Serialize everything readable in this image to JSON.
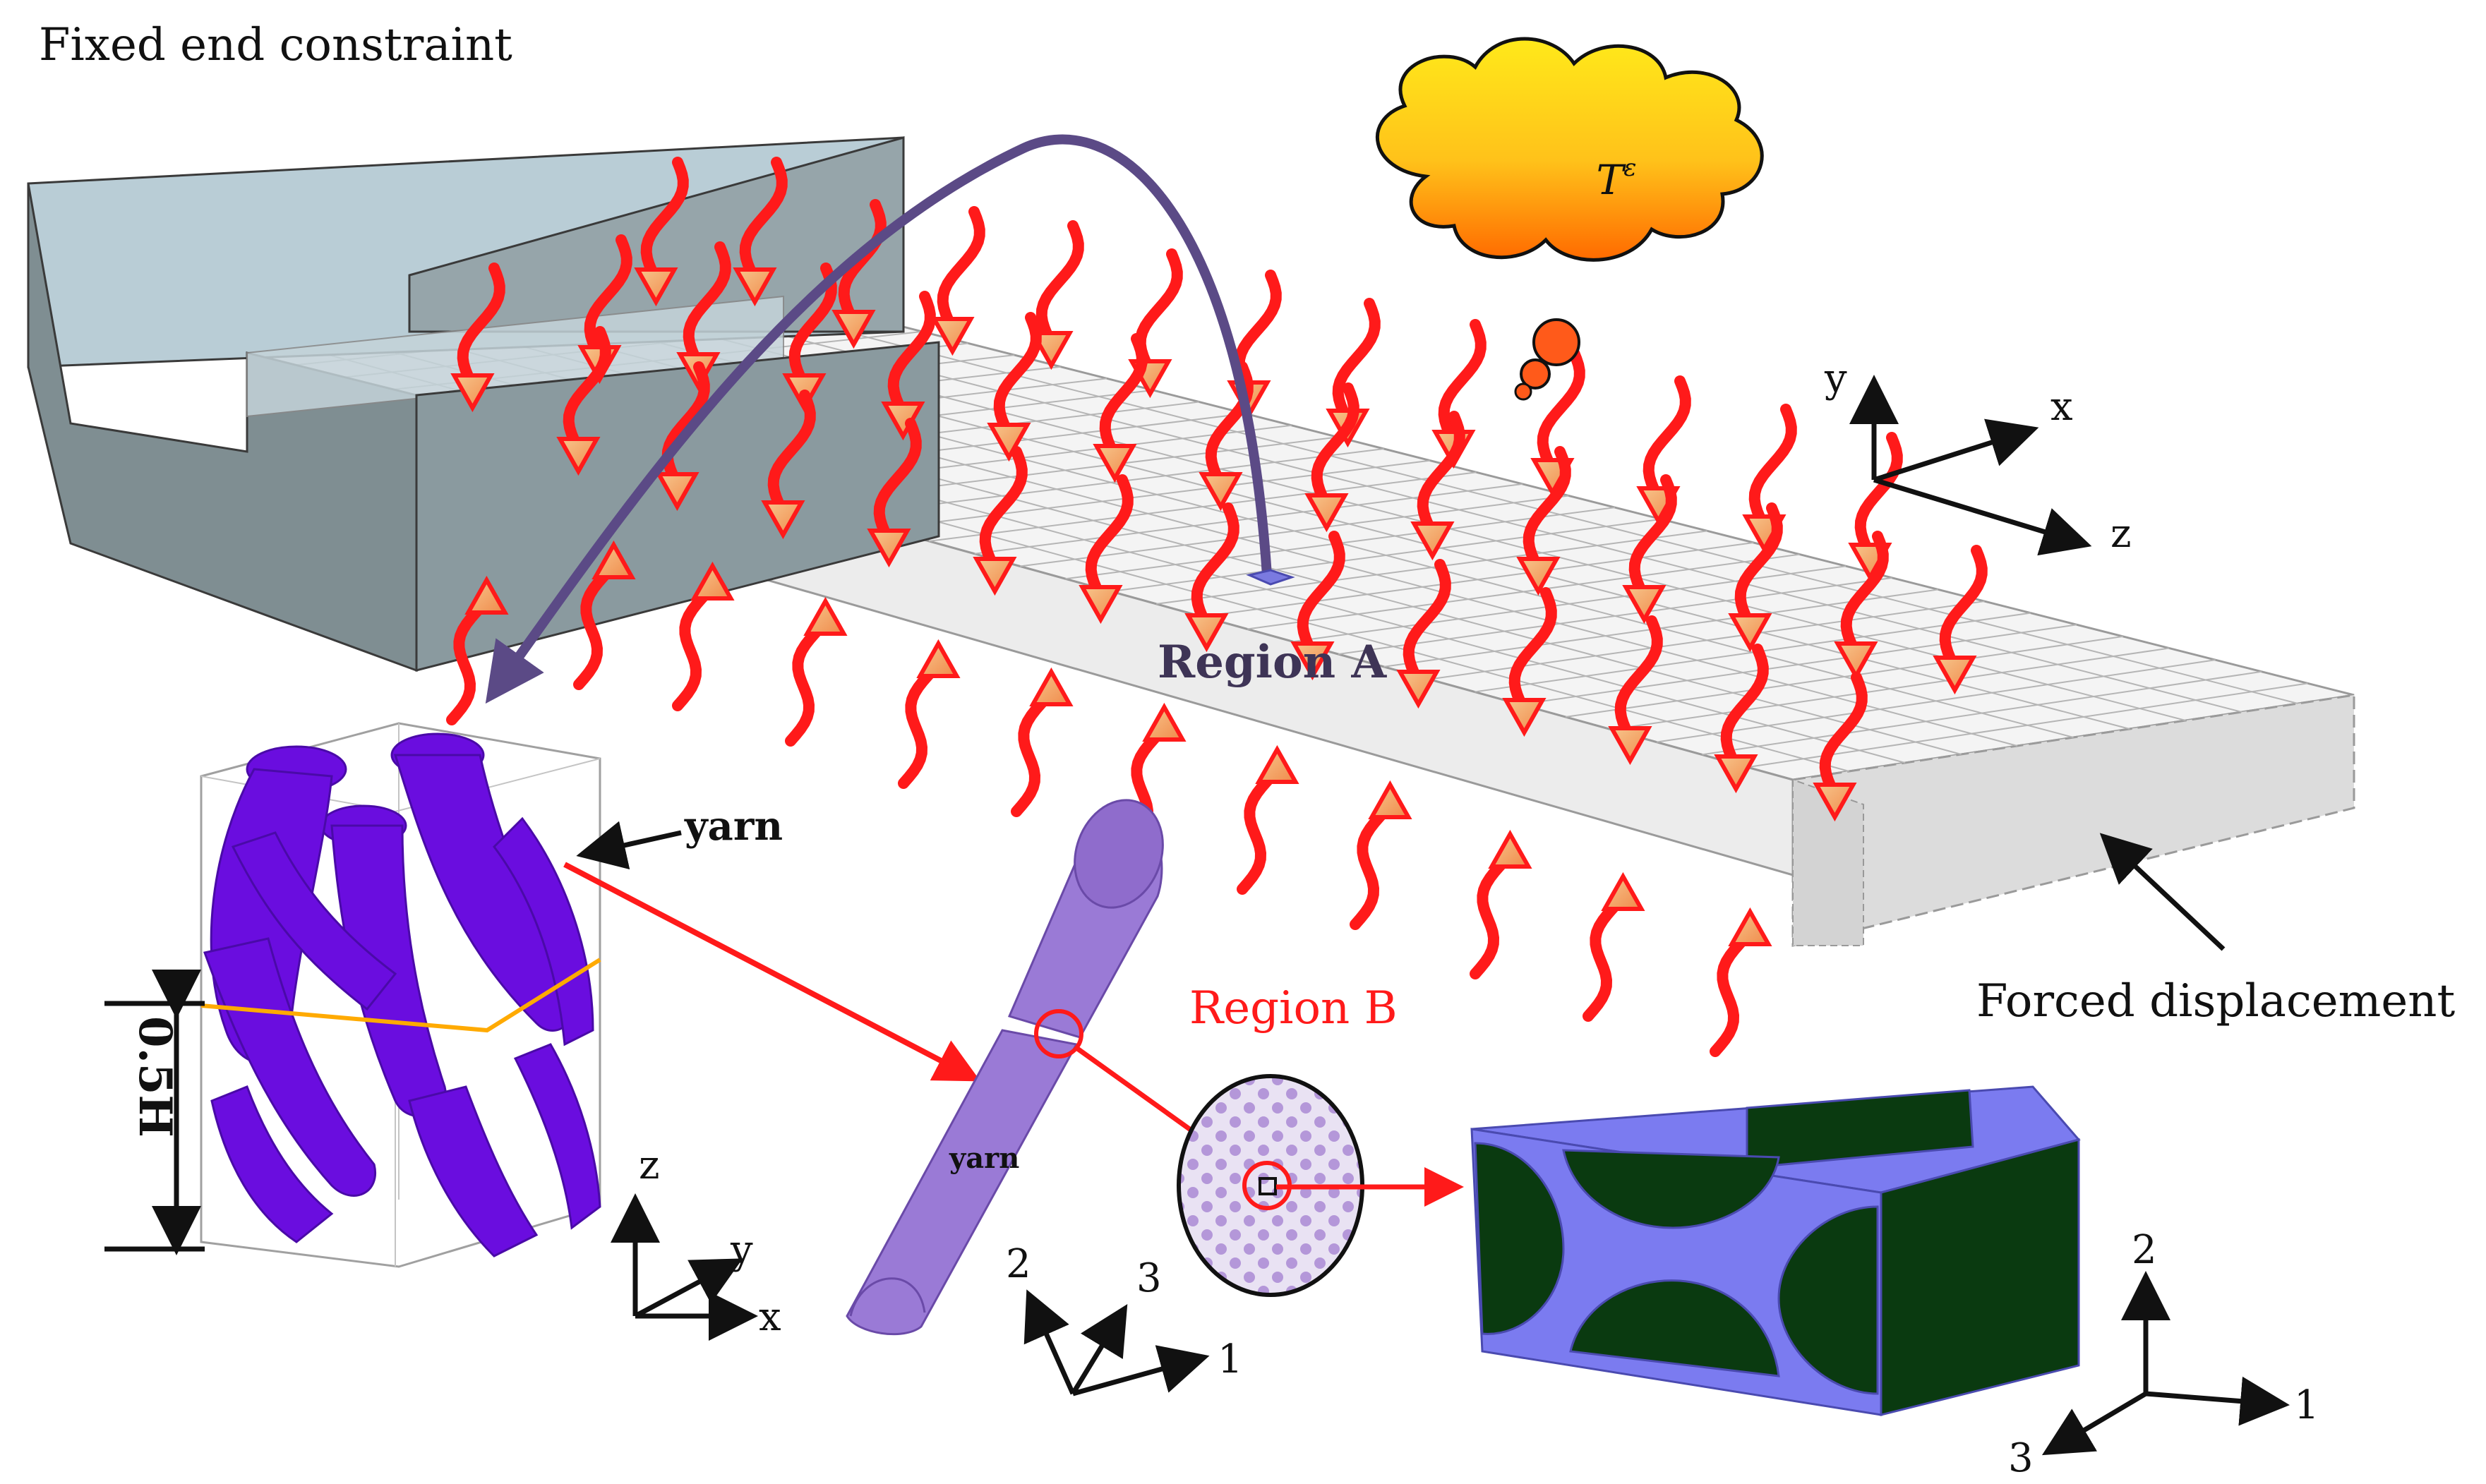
{
  "labels": {
    "fixed_end": "Fixed end constraint",
    "forced_disp": "Forced displacement",
    "region_a": "Region A",
    "region_b": "Region B",
    "yarn_pointer": "yarn",
    "yarn_body": "yarn",
    "dimension": "0.5H",
    "temperature": "T",
    "temperature_sup": "ε"
  },
  "axes_global": {
    "y": "y",
    "x": "x",
    "z": "z"
  },
  "axes_unit_cell": {
    "z": "z",
    "y": "y",
    "x": "x"
  },
  "axes_yarn": {
    "a2": "2",
    "a3": "3",
    "a1": "1"
  },
  "axes_micro": {
    "a2": "2",
    "a3": "3",
    "a1": "1"
  },
  "colors": {
    "heat_arrow": "#ff1a1a",
    "heat_arrow_fill": "#f4a460",
    "clamp": "#7f8e92",
    "yarn_purple": "#6a0ddf",
    "matrix_green": "#0a3a10",
    "matrix_blue": "#7b7bf0",
    "region_a_text": "#3e3456",
    "curve": "#5b4a86",
    "cloud": "#ffd21a"
  }
}
